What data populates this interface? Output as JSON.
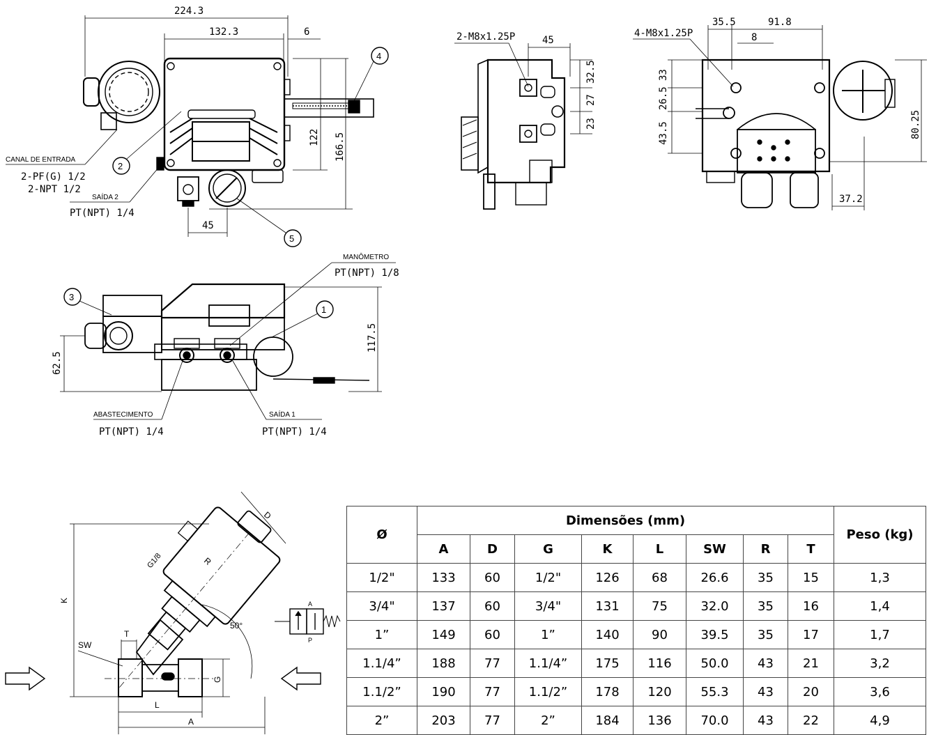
{
  "positioner": {
    "top_dims": {
      "overall": "224.3",
      "body": "132.3",
      "offset": "6",
      "gauge_spacing": "45",
      "h1": "122",
      "h2": "166.5"
    },
    "callouts": [
      "1",
      "2",
      "3",
      "4",
      "5"
    ],
    "labels": {
      "canal": "CANAL DE ENTRADA",
      "canal_spec1": "2-PF(G) 1/2",
      "canal_spec2": "2-NPT 1/2",
      "saida2": "SAÍDA 2",
      "saida2_spec": "PT(NPT) 1/4",
      "manometro": "MANÔMETRO",
      "manometro_spec": "PT(NPT) 1/8",
      "abastecimento": "ABASTECIMENTO",
      "abastecimento_spec": "PT(NPT) 1/4",
      "saida1": "SAÍDA 1",
      "saida1_spec": "PT(NPT) 1/4"
    },
    "side_dims": {
      "thread": "2-M8x1.25P",
      "w": "45",
      "v1": "32.5",
      "v2": "27",
      "v3": "23"
    },
    "back_dims": {
      "thread": "4-M8x1.25P",
      "a": "35.5",
      "b": "91.8",
      "c": "8",
      "v1": "33",
      "v2": "26.5",
      "v3": "43.5",
      "h": "80.25",
      "bottom": "37.2"
    },
    "bottom_dims": {
      "left": "62.5",
      "right": "117.5"
    }
  },
  "valve": {
    "labels": {
      "D": "D",
      "G18": "G1/8",
      "R": "R",
      "K": "K",
      "angle": "50°",
      "T": "T",
      "SW": "SW",
      "G": "G",
      "L": "L",
      "A": "A"
    },
    "symbol": {
      "A": "A",
      "P": "P"
    }
  },
  "table": {
    "header_diameter": "Ø",
    "header_group": "Dimensões (mm)",
    "header_weight": "Peso (kg)",
    "columns": [
      "A",
      "D",
      "G",
      "K",
      "L",
      "SW",
      "R",
      "T"
    ],
    "rows": [
      {
        "d": "1/2\"",
        "A": "133",
        "D": "60",
        "G": "1/2\"",
        "K": "126",
        "L": "68",
        "SW": "26.6",
        "R": "35",
        "T": "15",
        "peso": "1,3"
      },
      {
        "d": "3/4\"",
        "A": "137",
        "D": "60",
        "G": "3/4\"",
        "K": "131",
        "L": "75",
        "SW": "32.0",
        "R": "35",
        "T": "16",
        "peso": "1,4"
      },
      {
        "d": "1”",
        "A": "149",
        "D": "60",
        "G": "1”",
        "K": "140",
        "L": "90",
        "SW": "39.5",
        "R": "35",
        "T": "17",
        "peso": "1,7"
      },
      {
        "d": "1.1/4”",
        "A": "188",
        "D": "77",
        "G": "1.1/4”",
        "K": "175",
        "L": "116",
        "SW": "50.0",
        "R": "43",
        "T": "21",
        "peso": "3,2"
      },
      {
        "d": "1.1/2”",
        "A": "190",
        "D": "77",
        "G": "1.1/2”",
        "K": "178",
        "L": "120",
        "SW": "55.3",
        "R": "43",
        "T": "20",
        "peso": "3,6"
      },
      {
        "d": "2”",
        "A": "203",
        "D": "77",
        "G": "2”",
        "K": "184",
        "L": "136",
        "SW": "70.0",
        "R": "43",
        "T": "22",
        "peso": "4,9"
      }
    ]
  }
}
